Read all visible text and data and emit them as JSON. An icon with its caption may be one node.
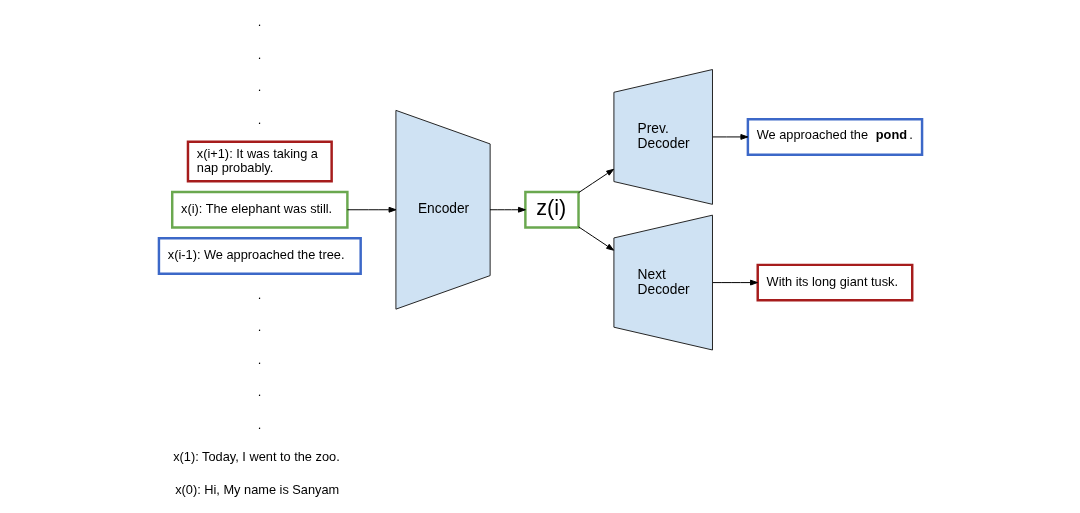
{
  "diagram": {
    "nodes": [
      {
        "text": [
          "x(i-1): We approached the tree."
        ]
      },
      {
        "text": [
          "x(i): The elephant was still."
        ]
      },
      {
        "text": [
          "x(i+1): It was taking a nap probably."
        ]
      },
      {
        "text": [
          "Encoder"
        ]
      },
      {
        "text": [
          "z(i)"
        ]
      },
      {
        "text": [
          "Prev. Decoder"
        ]
      },
      {
        "text": [
          "Next Decoder"
        ]
      },
      {
        "text": [
          "We approached the **pond**."
        ]
      },
      {
        "text": [
          "With its long giant tusk."
        ]
      }
    ],
    "edges": [
      {
        "from": 1,
        "to": 3,
        "arrow": "to"
      },
      {
        "from": 3,
        "to": 4,
        "arrow": "to"
      },
      {
        "from": 4,
        "to": 5,
        "arrow": "to"
      },
      {
        "from": 4,
        "to": 6,
        "arrow": "to"
      },
      {
        "from": 5,
        "to": 7,
        "arrow": "to"
      },
      {
        "from": 6,
        "to": 8,
        "arrow": "to"
      }
    ],
    "labels": [
      "x(0): Hi, My name is Sanyam",
      "x(1): Today, I went to the zoo.",
      ".",
      ".",
      ".",
      ".",
      ".",
      ".",
      ".",
      ".",
      "."
    ]
  }
}
